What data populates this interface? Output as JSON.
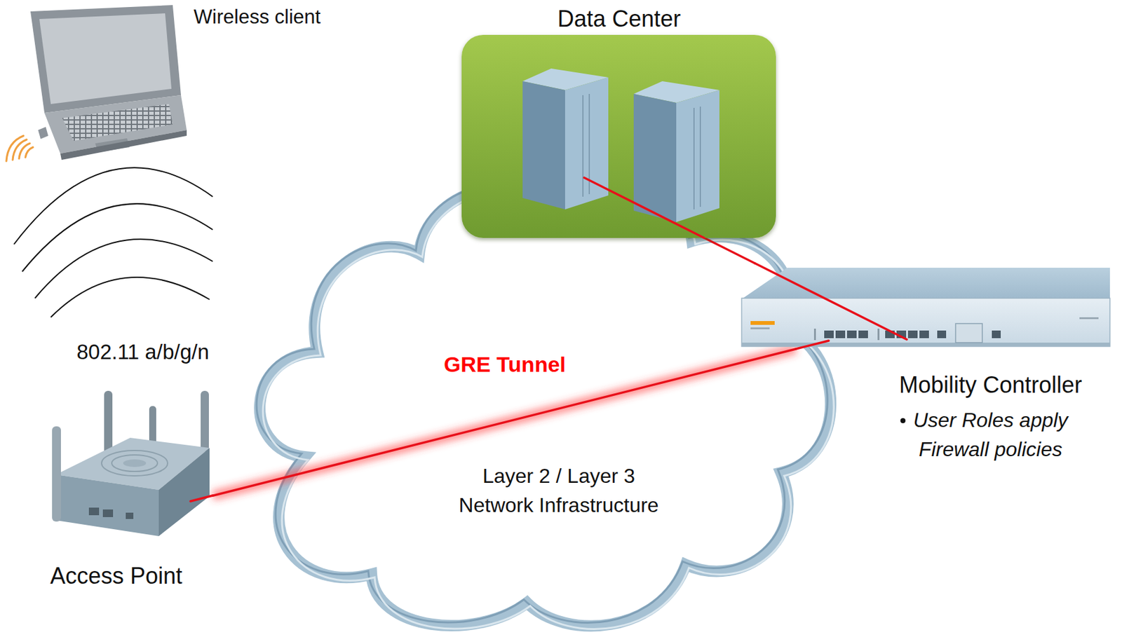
{
  "diagram": {
    "nodes": [
      {
        "text": [
          "Wireless client"
        ]
      },
      {
        "text": [
          "Data Center"
        ]
      },
      {
        "text": [
          "Layer 2 / Layer 3 Network Infrastructure"
        ]
      },
      {
        "text": [
          "Mobility Controller",
          "User Roles apply Firewall policies"
        ]
      },
      {
        "text": [
          "Access Point"
        ]
      }
    ],
    "edges": [
      {
        "from": 4,
        "to": 3,
        "arrow": "none",
        "label": "GRE Tunnel"
      },
      {
        "from": 1,
        "to": 3,
        "arrow": "none"
      }
    ],
    "labels": [
      "802.11 a/b/g/n"
    ]
  }
}
